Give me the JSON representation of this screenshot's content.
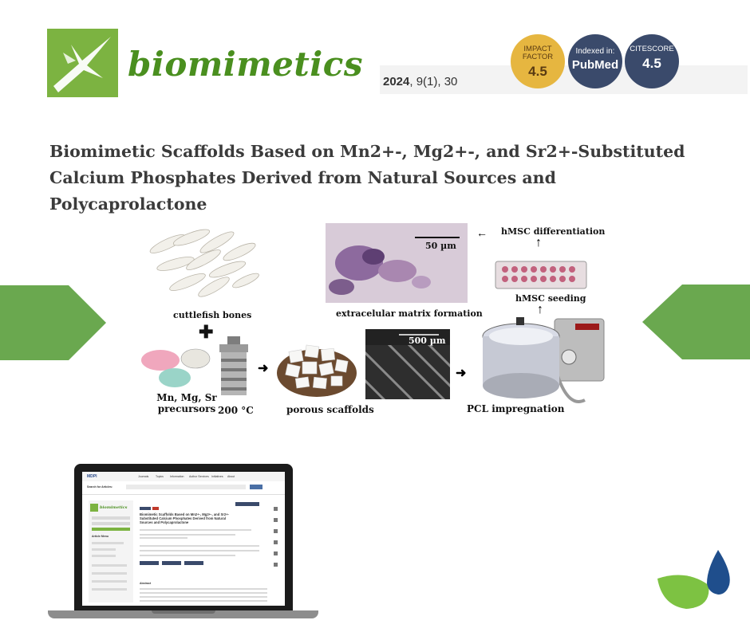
{
  "header": {
    "journal_name": "biomimetics",
    "citation_year": "2024",
    "citation_rest": ", 9(1), 30",
    "badges": {
      "impact_factor_label": "IMPACT FACTOR",
      "impact_factor_value": "4.5",
      "pubmed_label": "Indexed in:",
      "pubmed_value": "PubMed",
      "citescore_label": "CITESCORE",
      "citescore_value": "4.5"
    }
  },
  "article": {
    "title": "Biomimetic Scaffolds Based on Mn2+-, Mg2+-, and Sr2+-Substituted Calcium Phosphates Derived from Natural Sources and Polycaprolactone"
  },
  "graphical_abstract": {
    "cuttlefish": "cuttlefish bones",
    "precursors": "Mn, Mg, Sr precursors",
    "temperature": "200 °C",
    "porous": "porous scaffolds",
    "scale_large": "500 µm",
    "scale_small": "50 µm",
    "ecm": "extracelular matrix formation",
    "diff": "hMSC differentiation",
    "seeding": "hMSC seeding",
    "pcl": "PCL impregnation"
  },
  "laptop_page": {
    "site_logo": "MDPI",
    "nav": [
      "Journals",
      "Topics",
      "Information",
      "Author Services",
      "Initiatives",
      "About"
    ],
    "search_label": "Search for Articles:",
    "journal": "biomimetics",
    "heading": "Biomimetic Scaffolds Based on Mn2+-, Mg2+-, and Sr2+-Substituted Calcium Phosphates Derived from Natural Sources and Polycaprolactone",
    "abstract_label": "Abstract",
    "menu_label": "Article Menu"
  },
  "colors": {
    "brand_green": "#7cb341",
    "arrow_green": "#6aa84f",
    "badge_gold": "#e6b640",
    "badge_navy": "#3a4a6b",
    "drop_blue": "#1f4e8c"
  }
}
